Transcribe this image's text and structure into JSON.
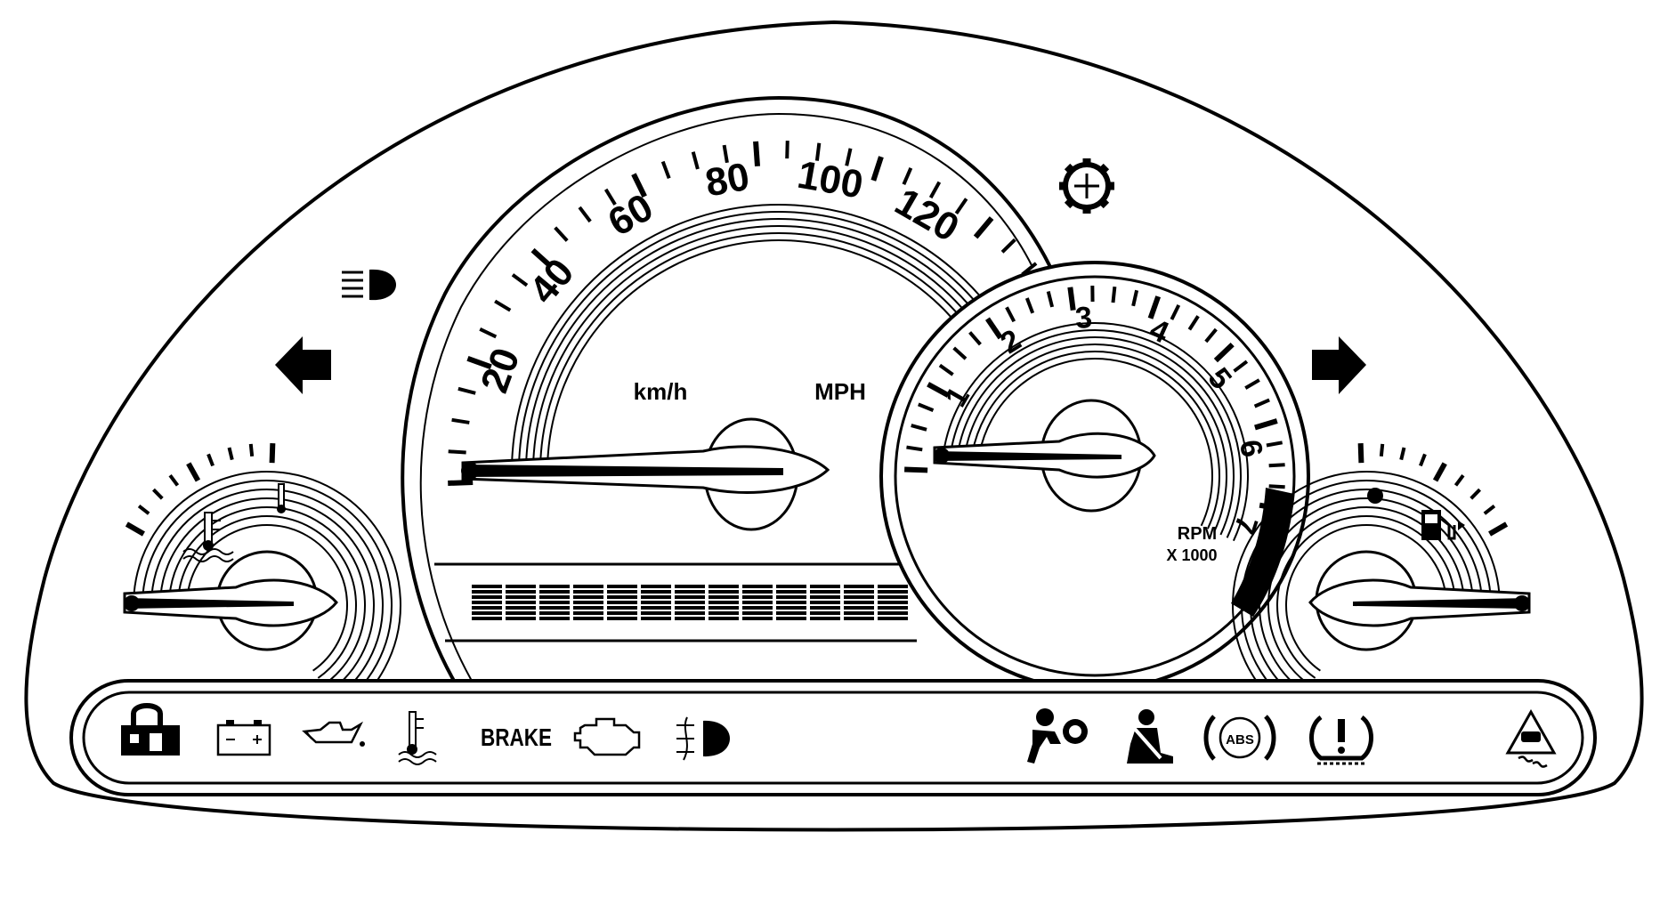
{
  "speedometer": {
    "labels": [
      "20",
      "40",
      "60",
      "80",
      "100",
      "120"
    ],
    "unit_kmh": "km/h",
    "unit_mph": "MPH"
  },
  "tachometer": {
    "labels": [
      "1",
      "2",
      "3",
      "4",
      "5",
      "6",
      "7"
    ],
    "unit_rpm": "RPM",
    "unit_multiplier": "X 1000"
  },
  "warning_bar": {
    "brake_label": "BRAKE",
    "abs_label": "ABS"
  },
  "icons": [
    "left-turn-arrow-icon",
    "right-turn-arrow-icon",
    "high-beam-icon",
    "service-gear-icon",
    "coolant-temperature-icon",
    "fuel-pump-icon",
    "security-lock-icon",
    "battery-icon",
    "oil-pressure-icon",
    "coolant-warning-icon",
    "check-engine-icon",
    "fog-lamp-icon",
    "airbag-icon",
    "seatbelt-icon",
    "abs-icon",
    "tire-pressure-icon",
    "stability-control-icon"
  ],
  "colors": {
    "ink": "#000000",
    "background": "#ffffff"
  }
}
